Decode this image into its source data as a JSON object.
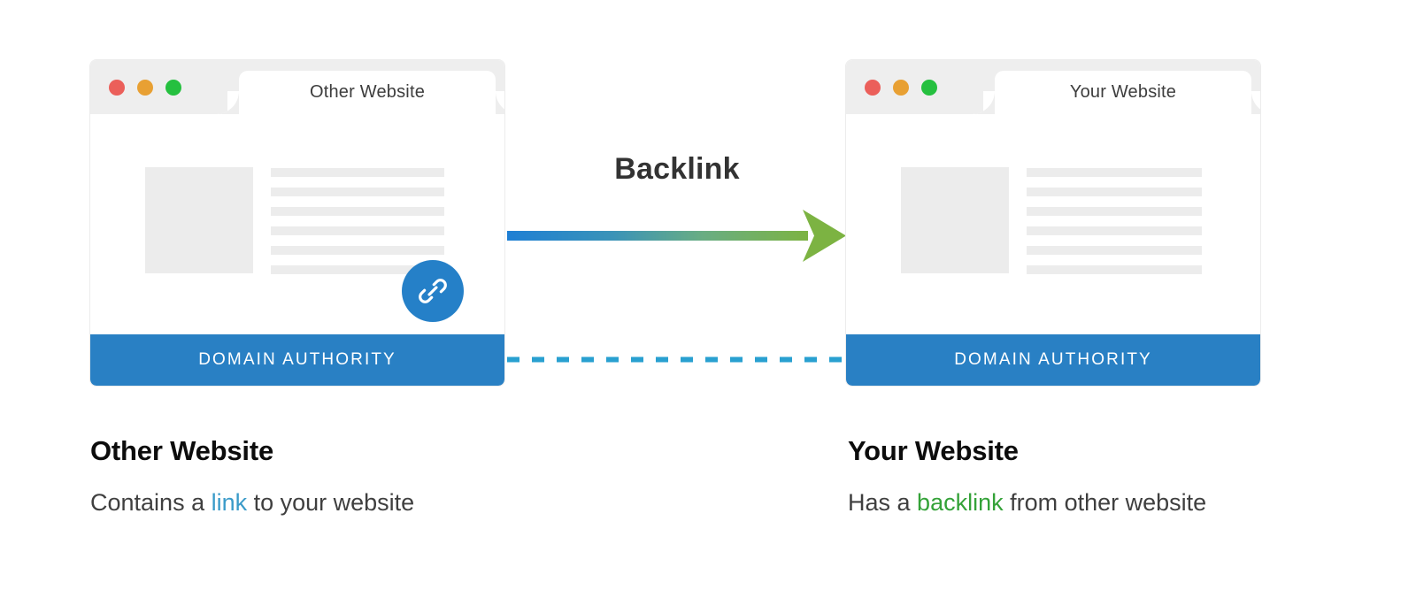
{
  "diagram": {
    "center_label": "Backlink",
    "arrow": {
      "name": "backlink-arrow",
      "gradient_start": "#1e7fd4",
      "gradient_end": "#7cb342",
      "direction": "left-to-right"
    },
    "dashed_connector": {
      "name": "domain-authority-connector",
      "color": "#29a0d0",
      "style": "dashed"
    }
  },
  "windows": [
    {
      "id": "other-website",
      "tab_title": "Other Website",
      "traffic_lights": [
        "close-dot",
        "minimize-dot",
        "maximize-dot"
      ],
      "dot_colors": [
        "#eb5f5a",
        "#e8a033",
        "#25c03f"
      ],
      "content_lines": 6,
      "has_link_badge": true,
      "link_badge_icon": "chain-link-icon",
      "link_badge_color": "#2580c8",
      "footer_label": "DOMAIN AUTHORITY",
      "footer_color": "#2980c4"
    },
    {
      "id": "your-website",
      "tab_title": "Your Website",
      "traffic_lights": [
        "close-dot",
        "minimize-dot",
        "maximize-dot"
      ],
      "dot_colors": [
        "#eb5f5a",
        "#e8a033",
        "#25c03f"
      ],
      "content_lines": 6,
      "has_link_badge": false,
      "footer_label": "DOMAIN AUTHORITY",
      "footer_color": "#2980c4"
    }
  ],
  "captions": {
    "left": {
      "title": "Other Website",
      "before": "Contains a ",
      "keyword": "link",
      "after": " to your website",
      "keyword_color": "#3a9bc9"
    },
    "right": {
      "title": "Your Website",
      "before": "Has a ",
      "keyword": "backlink",
      "after": " from other website",
      "keyword_color": "#34a238"
    }
  }
}
